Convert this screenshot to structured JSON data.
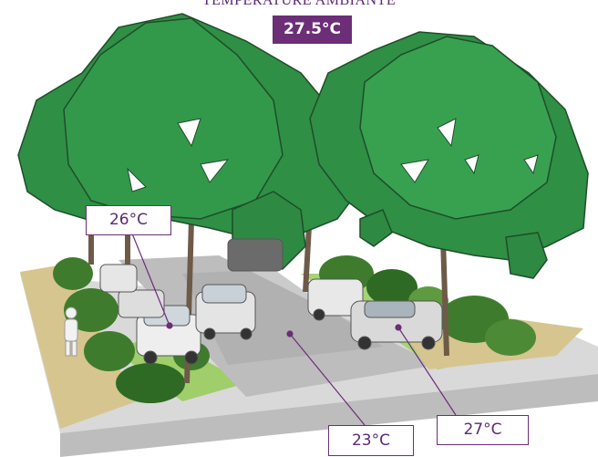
{
  "header": {
    "title": "TEMPÉRATURE AMBIANTE",
    "ambient_value": "27.5°C"
  },
  "labels": {
    "planted_sidewalk": "26°C",
    "road_surface": "23°C",
    "sunny_sidewalk": "27°C"
  },
  "colors": {
    "accent_purple": "#6b2e77",
    "tree_green": "#2f8f45",
    "shrub_green": "#3c7a2d",
    "road_gray": "#b9b9b9",
    "sidewalk_tan": "#d7c48a"
  }
}
